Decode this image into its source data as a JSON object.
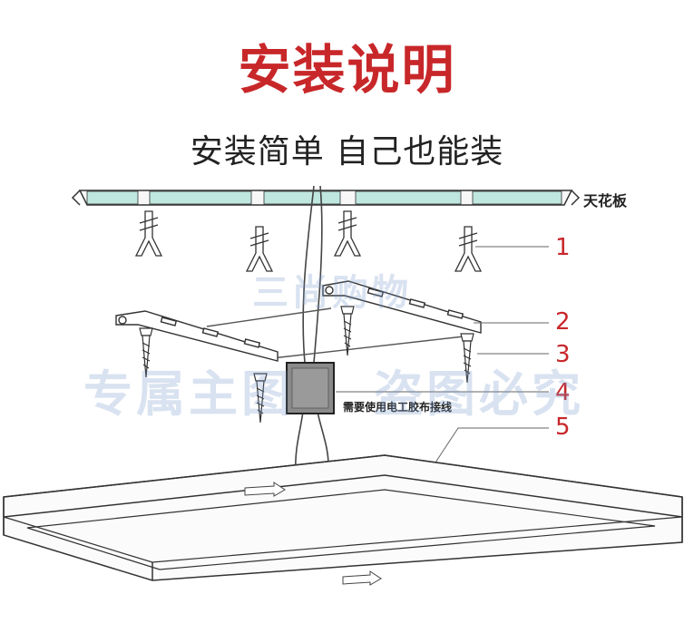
{
  "title": "安装说明",
  "subtitle": "安装简单 自己也能装",
  "labels": {
    "ceiling": "天花板",
    "tape_note": "需要使用电工胶布接线"
  },
  "part_numbers": [
    "1",
    "2",
    "3",
    "4",
    "5"
  ],
  "watermark": {
    "line1": "三尚购物",
    "line2": "专属主图",
    "line3": "盗图必究"
  },
  "colors": {
    "title": "#c8272a",
    "part_numbers": "#c8272a",
    "ceiling_fill": "#bfe7df"
  }
}
